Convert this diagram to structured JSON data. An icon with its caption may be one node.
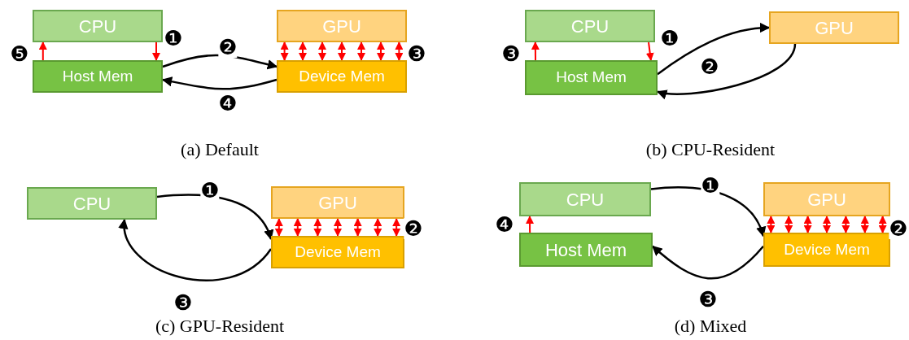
{
  "diagram": {
    "nodes": [
      {
        "text": [
          "CPU"
        ]
      },
      {
        "text": [
          "Host Mem"
        ]
      },
      {
        "text": [
          "GPU"
        ]
      },
      {
        "text": [
          "Device Mem"
        ]
      },
      {
        "text": [
          "CPU"
        ]
      },
      {
        "text": [
          "Host Mem"
        ]
      },
      {
        "text": [
          "GPU"
        ]
      },
      {
        "text": [
          "CPU"
        ]
      },
      {
        "text": [
          "GPU"
        ]
      },
      {
        "text": [
          "Device Mem"
        ]
      },
      {
        "text": [
          "CPU"
        ]
      },
      {
        "text": [
          "Host Mem"
        ]
      },
      {
        "text": [
          "GPU"
        ]
      },
      {
        "text": [
          "Device Mem"
        ]
      }
    ],
    "edges": [
      {
        "from": 0,
        "to": 1,
        "arrow": "to",
        "label": "❶"
      },
      {
        "from": 1,
        "to": 0,
        "arrow": "to",
        "label": "❺"
      },
      {
        "from": 1,
        "to": 3,
        "arrow": "to",
        "label": "❷",
        "color": "#000000"
      },
      {
        "from": 3,
        "to": 1,
        "arrow": "to",
        "label": "❹",
        "color": "#000000"
      },
      {
        "from": 2,
        "to": 3,
        "arrow": "both"
      },
      {
        "from": 2,
        "to": 3,
        "arrow": "both"
      },
      {
        "from": 2,
        "to": 3,
        "arrow": "both"
      },
      {
        "from": 2,
        "to": 3,
        "arrow": "both"
      },
      {
        "from": 2,
        "to": 3,
        "arrow": "both"
      },
      {
        "from": 2,
        "to": 3,
        "arrow": "both"
      },
      {
        "from": 2,
        "to": 3,
        "arrow": "both",
        "label": "❸"
      },
      {
        "from": 4,
        "to": 5,
        "arrow": "to",
        "label": "❶"
      },
      {
        "from": 5,
        "to": 6,
        "arrow": "to",
        "label": "❷",
        "color": "#000000"
      },
      {
        "from": 6,
        "to": 5,
        "arrow": "to",
        "color": "#000000"
      },
      {
        "from": 5,
        "to": 4,
        "arrow": "to",
        "label": "❸"
      },
      {
        "from": 7,
        "to": 9,
        "arrow": "to",
        "label": "❶",
        "color": "#000000"
      },
      {
        "from": 8,
        "to": 9,
        "arrow": "both"
      },
      {
        "from": 8,
        "to": 9,
        "arrow": "both"
      },
      {
        "from": 8,
        "to": 9,
        "arrow": "both"
      },
      {
        "from": 8,
        "to": 9,
        "arrow": "both"
      },
      {
        "from": 8,
        "to": 9,
        "arrow": "both"
      },
      {
        "from": 8,
        "to": 9,
        "arrow": "both"
      },
      {
        "from": 8,
        "to": 9,
        "arrow": "both",
        "label": "❷"
      },
      {
        "from": 9,
        "to": 7,
        "arrow": "to",
        "label": "❸",
        "color": "#000000"
      },
      {
        "from": 10,
        "to": 13,
        "arrow": "to",
        "label": "❶",
        "color": "#000000"
      },
      {
        "from": 12,
        "to": 13,
        "arrow": "both"
      },
      {
        "from": 12,
        "to": 13,
        "arrow": "both"
      },
      {
        "from": 12,
        "to": 13,
        "arrow": "both"
      },
      {
        "from": 12,
        "to": 13,
        "arrow": "both"
      },
      {
        "from": 12,
        "to": 13,
        "arrow": "both"
      },
      {
        "from": 12,
        "to": 13,
        "arrow": "both"
      },
      {
        "from": 12,
        "to": 13,
        "arrow": "both",
        "label": "❷"
      },
      {
        "from": 13,
        "to": 11,
        "arrow": "to",
        "label": "❸",
        "color": "#000000"
      },
      {
        "from": 11,
        "to": 10,
        "arrow": "to",
        "label": "❹"
      }
    ],
    "labels": [
      "(a) Default",
      "(b) CPU-Resident",
      "(c) GPU-Resident",
      "(d) Mixed"
    ]
  }
}
